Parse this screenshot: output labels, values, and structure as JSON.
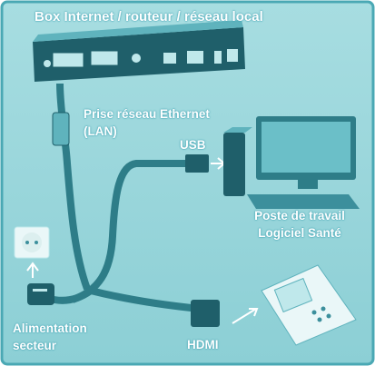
{
  "labels": {
    "router": "Box Internet / routeur / réseau local",
    "lan_line1": "Prise réseau Ethernet",
    "lan_line2": "(LAN)",
    "usb": "USB",
    "workstation_line1": "Poste de travail",
    "workstation_line2": "Logiciel Santé",
    "power_line1": "Alimentation",
    "power_line2": "secteur",
    "hdmi": "HDMI"
  },
  "colors": {
    "background": "#97d5da",
    "frame": "#4aa8b4",
    "device_dark": "#1f5f6a",
    "device_mid": "#3c8f9c",
    "cable": "#2e7d88",
    "label_text": "#ffffff"
  }
}
